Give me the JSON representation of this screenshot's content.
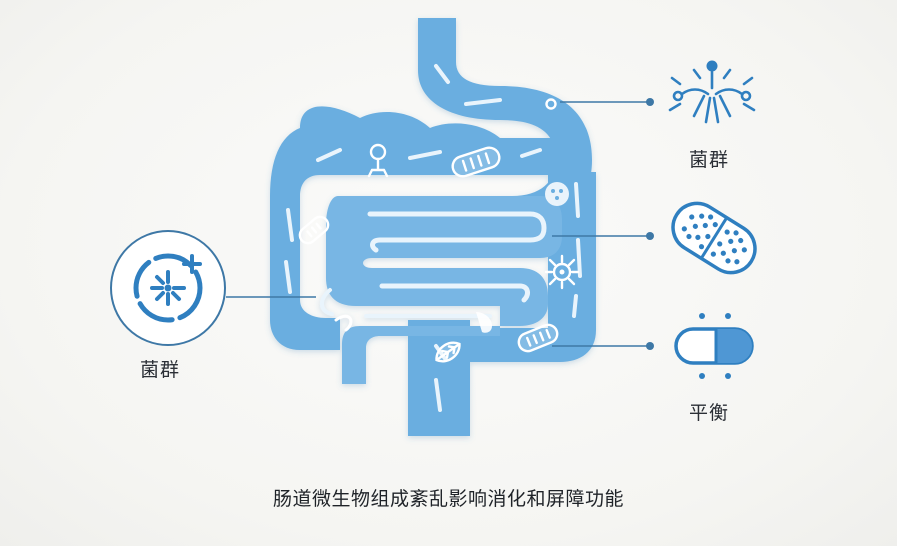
{
  "labels": {
    "left_icon": "菌群",
    "right_top": "菌群",
    "right_bottom": "平衡"
  },
  "caption": "肠道微生物组成紊乱影响消化和屏障功能",
  "colors": {
    "intestine_fill": "#6aaee0",
    "intestine_inner": "#9ccbec",
    "icon_blue": "#2f7fc0",
    "line": "#3e78a6",
    "caption_text": "#1f2328"
  },
  "icons": {
    "left": "bacteria-cluster-icon",
    "right_top": "neuron-microbe-icon",
    "right_middle": "probiotic-tablet-icon",
    "right_bottom": "capsule-icon"
  }
}
